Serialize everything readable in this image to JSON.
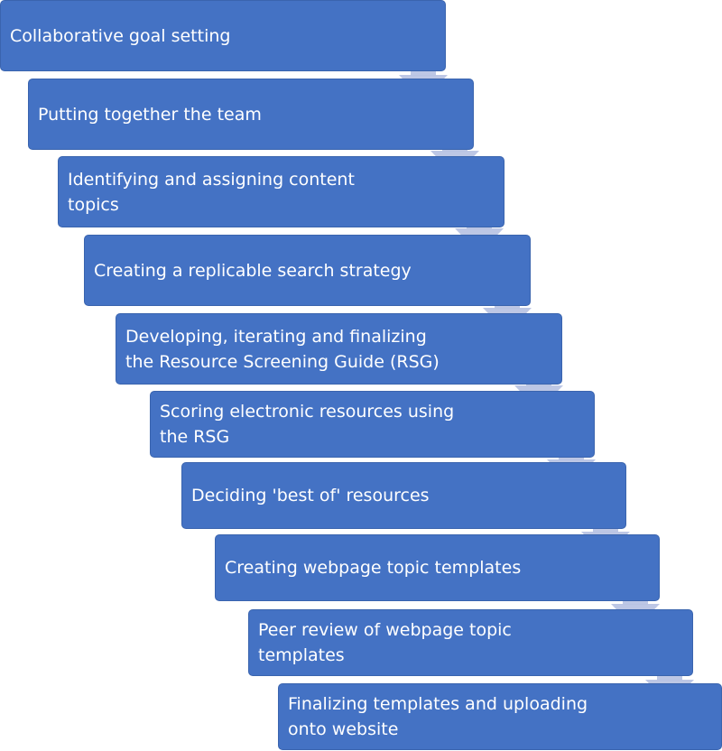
{
  "steps": [
    {
      "label": "Collaborative goal setting"
    },
    {
      "label": "Putting together the team"
    },
    {
      "label": "Identifying and assigning content\ntopics"
    },
    {
      "label": "Creating a replicable search strategy"
    },
    {
      "label": "Developing, iterating and finalizing\nthe Resource Screening Guide (RSG)"
    },
    {
      "label": "Scoring electronic resources using\nthe RSG"
    },
    {
      "label": "Deciding 'best of' resources"
    },
    {
      "label": "Creating webpage topic templates"
    },
    {
      "label": "Peer review of webpage topic\ntemplates"
    },
    {
      "label": "Finalizing templates and uploading\nonto website"
    }
  ],
  "colors": {
    "box": "#4472c4",
    "arrow": "#b7c2e3",
    "text": "#ffffff"
  }
}
